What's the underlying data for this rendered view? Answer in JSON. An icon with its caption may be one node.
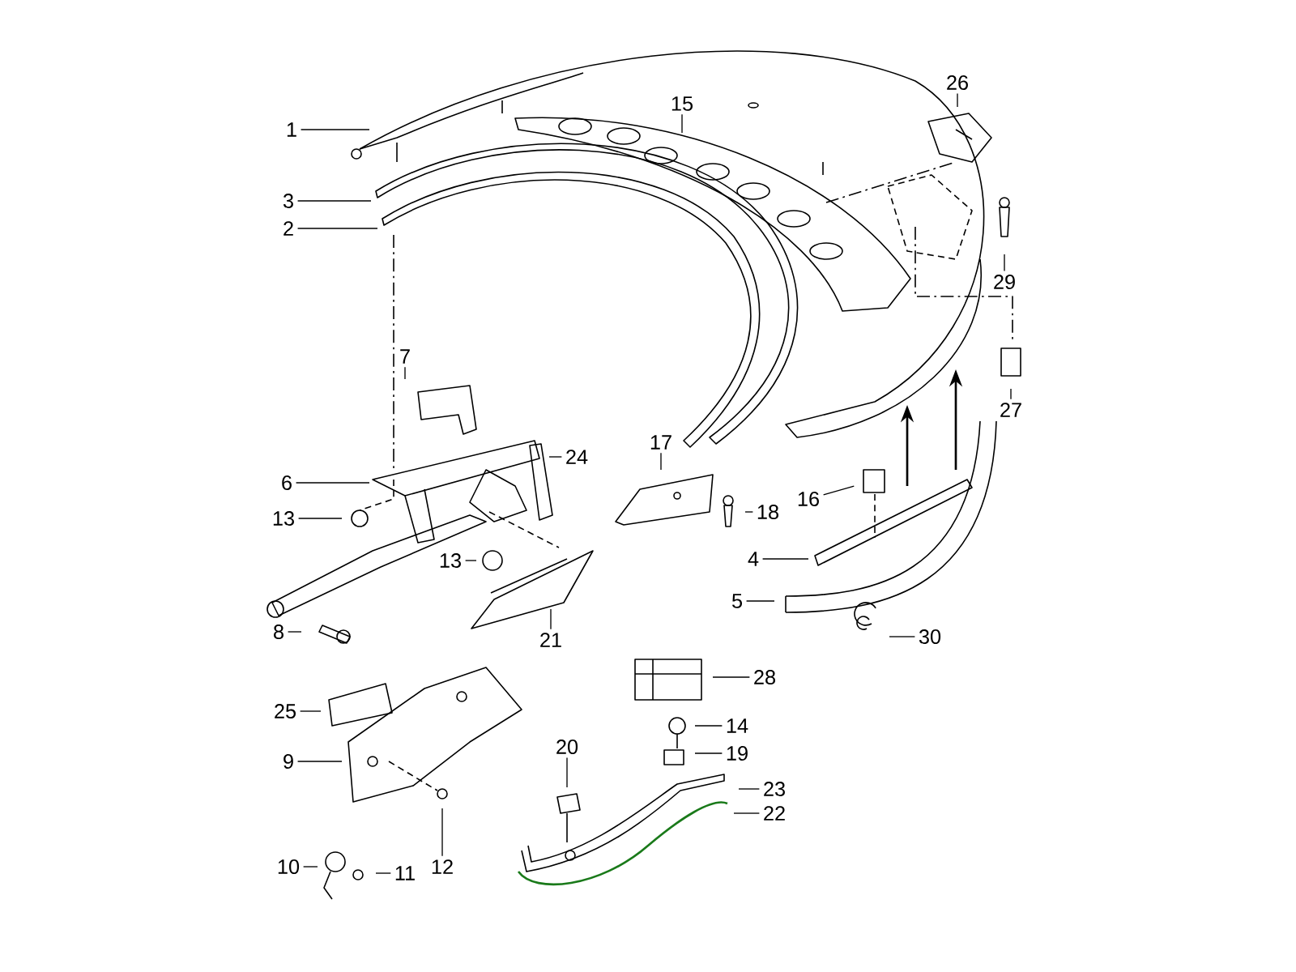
{
  "diagram": {
    "nodes": [
      {
        "text": [
          "26"
        ]
      },
      {
        "text": [
          "1"
        ]
      },
      {
        "text": [
          "15"
        ]
      },
      {
        "text": [
          "3"
        ]
      },
      {
        "text": [
          "2"
        ]
      },
      {
        "text": [
          "29"
        ]
      },
      {
        "text": [
          "7"
        ]
      },
      {
        "text": [
          "27"
        ]
      },
      {
        "text": [
          "17"
        ]
      },
      {
        "text": [
          "24"
        ]
      },
      {
        "text": [
          "6"
        ]
      },
      {
        "text": [
          "16"
        ]
      },
      {
        "text": [
          "18"
        ]
      },
      {
        "text": [
          "13"
        ]
      },
      {
        "text": [
          "4"
        ]
      },
      {
        "text": [
          "13"
        ]
      },
      {
        "text": [
          "5"
        ]
      },
      {
        "text": [
          "21"
        ]
      },
      {
        "text": [
          "8"
        ]
      },
      {
        "text": [
          "30"
        ]
      },
      {
        "text": [
          "28"
        ]
      },
      {
        "text": [
          "25"
        ]
      },
      {
        "text": [
          "14"
        ]
      },
      {
        "text": [
          "20"
        ]
      },
      {
        "text": [
          "19"
        ]
      },
      {
        "text": [
          "9"
        ]
      },
      {
        "text": [
          "23"
        ]
      },
      {
        "text": [
          "22"
        ]
      },
      {
        "text": [
          "10"
        ]
      },
      {
        "text": [
          "12"
        ]
      },
      {
        "text": [
          "11"
        ]
      }
    ],
    "edges": [
      {
        "from": 0,
        "to": null,
        "arrow": "none"
      },
      {
        "from": 1,
        "to": null,
        "arrow": "none"
      },
      {
        "from": 2,
        "to": null,
        "arrow": "none"
      },
      {
        "from": 3,
        "to": null,
        "arrow": "none"
      },
      {
        "from": 4,
        "to": null,
        "arrow": "none"
      },
      {
        "from": 5,
        "to": null,
        "arrow": "none"
      },
      {
        "from": 6,
        "to": null,
        "arrow": "none"
      },
      {
        "from": 7,
        "to": null,
        "arrow": "none"
      },
      {
        "from": 8,
        "to": null,
        "arrow": "none"
      },
      {
        "from": 9,
        "to": null,
        "arrow": "none"
      },
      {
        "from": 10,
        "to": null,
        "arrow": "none"
      },
      {
        "from": 11,
        "to": null,
        "arrow": "none"
      },
      {
        "from": 12,
        "to": null,
        "arrow": "none"
      },
      {
        "from": 13,
        "to": null,
        "arrow": "none"
      },
      {
        "from": 14,
        "to": null,
        "arrow": "none"
      },
      {
        "from": 15,
        "to": null,
        "arrow": "none"
      },
      {
        "from": 16,
        "to": null,
        "arrow": "none"
      },
      {
        "from": 17,
        "to": null,
        "arrow": "none"
      },
      {
        "from": 18,
        "to": null,
        "arrow": "none"
      },
      {
        "from": 19,
        "to": null,
        "arrow": "none"
      },
      {
        "from": 20,
        "to": null,
        "arrow": "none"
      },
      {
        "from": 21,
        "to": null,
        "arrow": "none"
      },
      {
        "from": 22,
        "to": null,
        "arrow": "none"
      },
      {
        "from": 23,
        "to": null,
        "arrow": "none"
      },
      {
        "from": 24,
        "to": null,
        "arrow": "none"
      },
      {
        "from": 25,
        "to": null,
        "arrow": "none"
      },
      {
        "from": 26,
        "to": null,
        "arrow": "none"
      },
      {
        "from": 27,
        "to": null,
        "arrow": "none"
      },
      {
        "from": 28,
        "to": null,
        "arrow": "none"
      },
      {
        "from": 29,
        "to": null,
        "arrow": "none"
      },
      {
        "from": 30,
        "to": null,
        "arrow": "none"
      }
    ]
  }
}
